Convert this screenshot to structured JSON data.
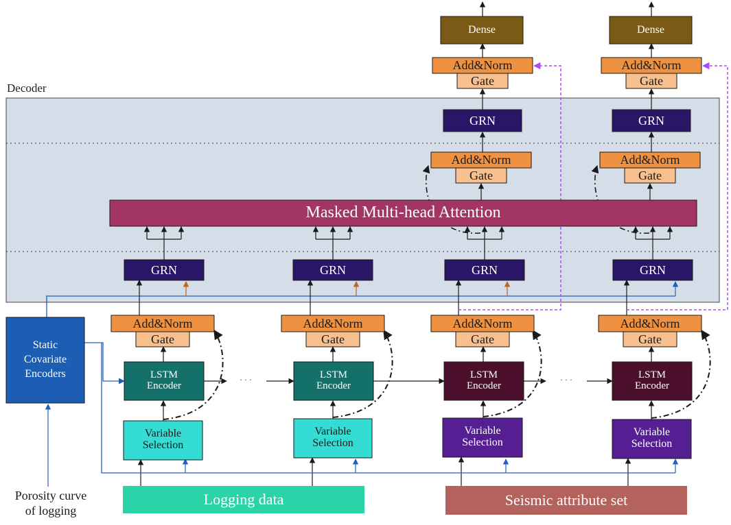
{
  "decoder_label": "Decoder",
  "attention_label": "Masked Multi-head Attention",
  "dense_label": "Dense",
  "add_norm_label": "Add&Norm",
  "gate_label": "Gate",
  "grn_label": "GRN",
  "lstm_line1": "LSTM",
  "lstm_line2": "Encoder",
  "vs_line1": "Variable",
  "vs_line2": "Selection",
  "static_line1": "Static",
  "static_line2": "Covariate",
  "static_line3": "Encoders",
  "porosity_line1": "Porosity curve",
  "porosity_line2": "of logging",
  "logging_label": "Logging data",
  "seismic_label": "Seismic attribute set",
  "ellipsis": "· · ·",
  "colors": {
    "decoder_bg": "#d5dee8",
    "attention": "#a33564",
    "dense": "#7a5a14",
    "add_norm": "#ee9140",
    "gate": "#f7c08e",
    "grn": "#2a1667",
    "lstm_past": "#14716a",
    "lstm_future": "#4b0f2c",
    "vs_past": "#34dcd4",
    "vs_future": "#551f93",
    "static": "#1c5eb4",
    "logging": "#2bd3a8",
    "seismic": "#b4625c",
    "blue_line": "#1f5fbf",
    "skip_line": "#a94cf0",
    "ctx_arrow": "#c0641c"
  }
}
